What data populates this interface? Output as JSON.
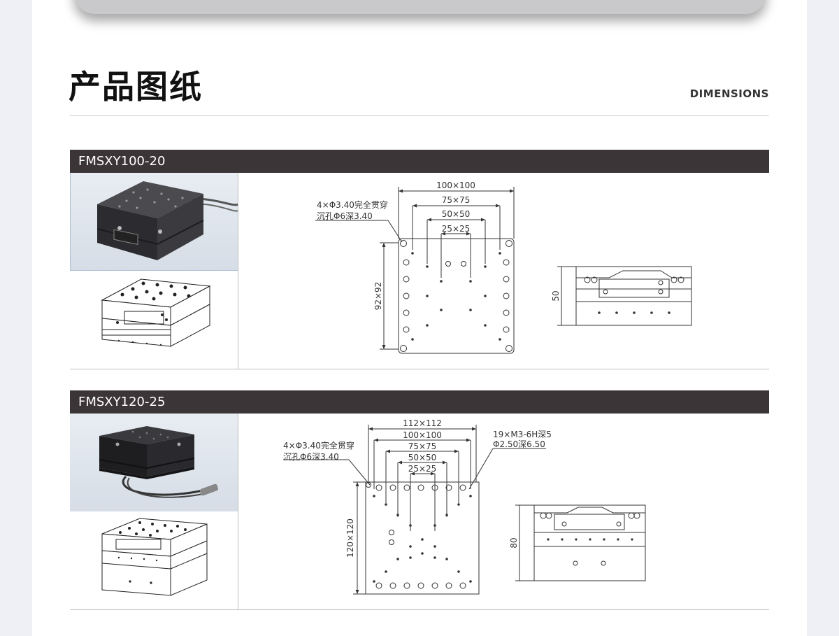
{
  "header": {
    "title": "产品图纸",
    "subtitle": "DIMENSIONS"
  },
  "products": [
    {
      "model": "FMSXY100-20",
      "dims": {
        "d1": "100×100",
        "d2": "75×75",
        "d3": "50×50",
        "d4": "25×25",
        "side": "92×92",
        "height": "50"
      },
      "notes": {
        "hole_line1": "4×Φ3.40完全贯穿",
        "hole_line2": "沉孔Φ6深3.40"
      }
    },
    {
      "model": "FMSXY120-25",
      "dims": {
        "d0": "112×112",
        "d1": "100×100",
        "d2": "75×75",
        "d3": "50×50",
        "d4": "25×25",
        "side": "120×120",
        "height": "80"
      },
      "notes": {
        "hole_line1": "4×Φ3.40完全贯穿",
        "hole_line2": "沉孔Φ6深3.40",
        "thread_line1": "19×M3-6H深5",
        "thread_line2": "Φ2.50深6.50"
      }
    }
  ]
}
